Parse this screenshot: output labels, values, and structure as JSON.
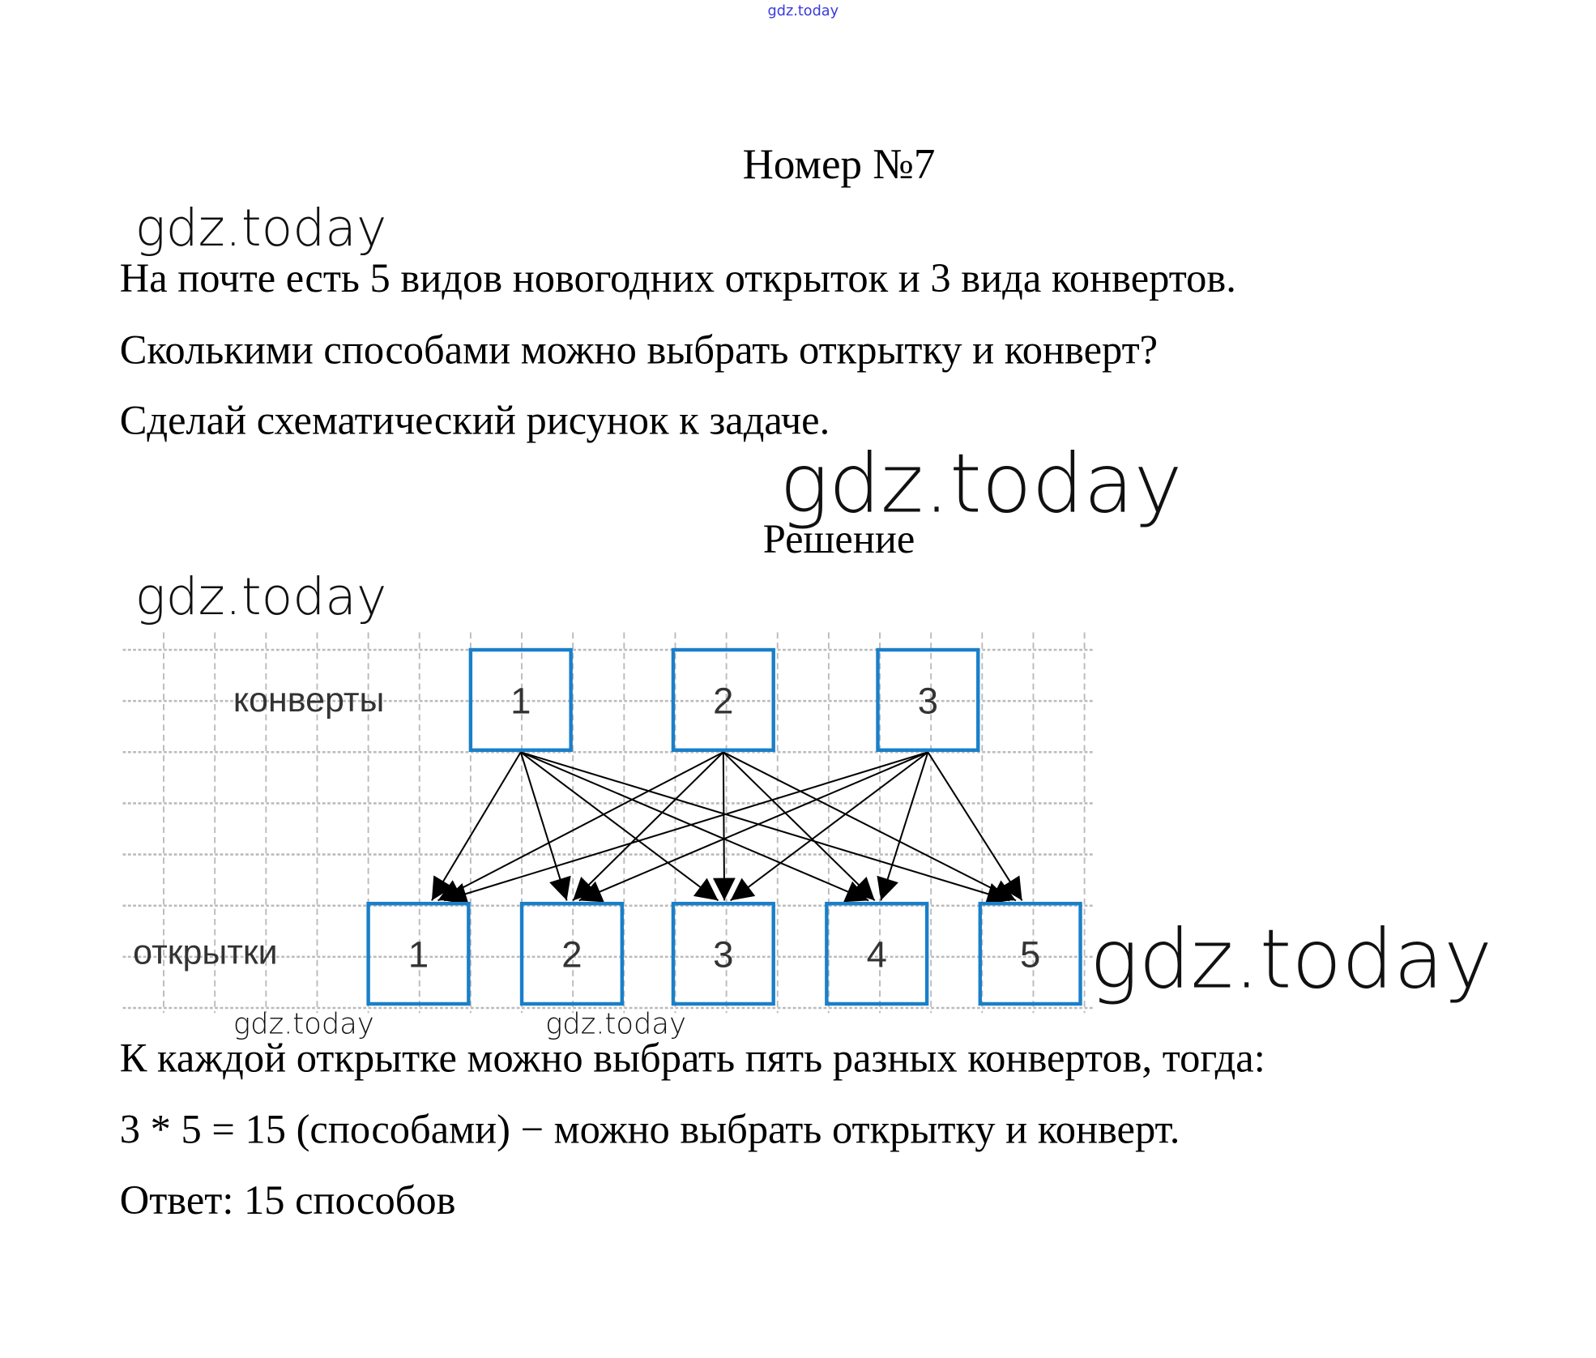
{
  "watermark_top": "gdz.today",
  "watermark": "gdz.today",
  "title": "Номер №7",
  "problem": [
    "На почте есть 5 видов новогодних открыток и 3 вида конвертов.",
    "Сколькими способами можно выбрать открытку и конверт?",
    "Сделай схематический рисунок к задаче."
  ],
  "solution_heading": "Решение",
  "diagram": {
    "envelopes_label": "конверты",
    "cards_label": "открытки",
    "envelopes": [
      "1",
      "2",
      "3"
    ],
    "cards": [
      "1",
      "2",
      "3",
      "4",
      "5"
    ],
    "box_color": "#1a7fc9",
    "grid_color": "#bbbbbb"
  },
  "solution": [
    "К каждой открытке можно выбрать пять разных конвертов, тогда:",
    "3 * 5 = 15 (способами) − можно выбрать открытку и конверт.",
    "Ответ: 15 способов"
  ]
}
